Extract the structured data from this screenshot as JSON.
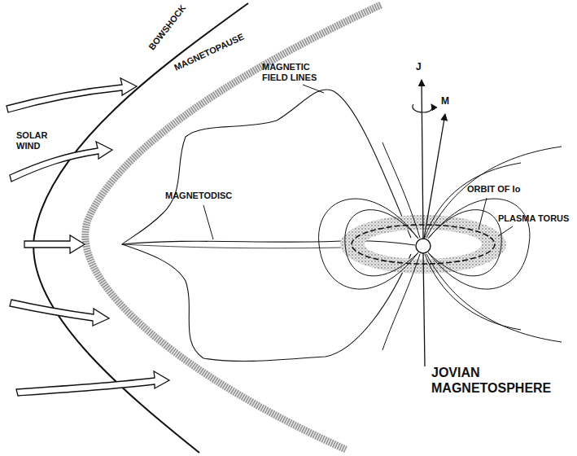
{
  "diagram": {
    "title": "JOVIAN MAGNETOSPHERE",
    "labels": [
      "BOWSHOCK",
      "MAGNETOPAUSE",
      "SOLAR WIND",
      "MAGNETIC FIELD LINES",
      "MAGNETODISC",
      "J",
      "M",
      "ORBIT OF Io",
      "PLASMA TORUS"
    ]
  }
}
